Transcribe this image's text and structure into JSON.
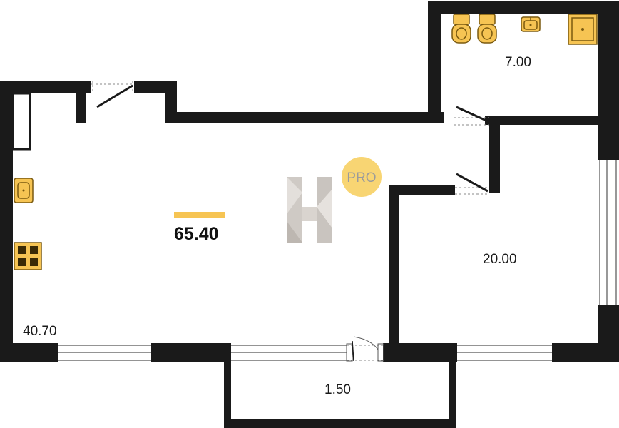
{
  "plan": {
    "total_area": "65.40",
    "badge_text": "PRO",
    "rooms": [
      {
        "name": "main-room-area",
        "area": "40.70"
      },
      {
        "name": "bathroom-area",
        "area": "7.00"
      },
      {
        "name": "bedroom-area",
        "area": "20.00"
      },
      {
        "name": "balcony-area",
        "area": "1.50"
      }
    ]
  },
  "colors": {
    "wall": "#1a1a1a",
    "fixture_fill": "#f6c453",
    "fixture_stroke": "#7a5a10",
    "accent_bar": "#f6c453",
    "badge": "#f8d573",
    "logo": "#d4d0cc"
  },
  "icons": [
    "toilet-icon",
    "sink-icon",
    "shower-tray-icon",
    "stove-icon",
    "door-swing-icon",
    "window-icon",
    "brand-logo-icon"
  ]
}
